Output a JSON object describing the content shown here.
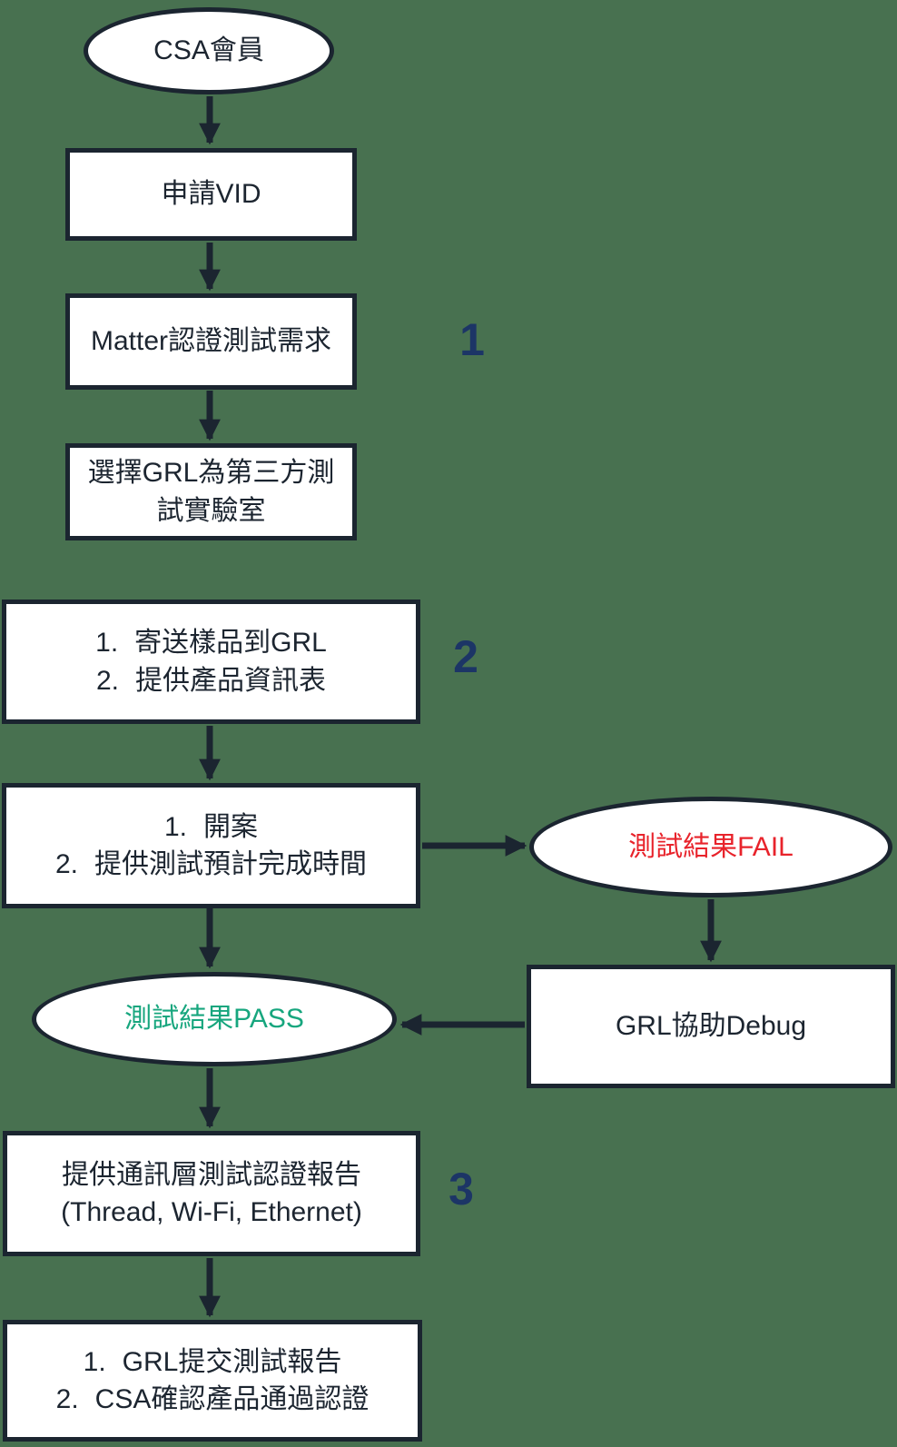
{
  "colors": {
    "background": "#487150",
    "shape_fill": "#FFFFFF",
    "stroke": "#1B2530",
    "text": "#1C2530",
    "fail_text": "#E8232B",
    "pass_text": "#17A67E",
    "step_number": "#1C3566"
  },
  "steps": [
    "1",
    "2",
    "3"
  ],
  "nodes": {
    "csa_member": {
      "label": "CSA會員"
    },
    "apply_vid": {
      "label": "申請VID"
    },
    "matter_requirement": {
      "label": "Matter認證測試需求"
    },
    "choose_grl": {
      "line1": "選擇GRL為第三方測",
      "line2": "試實驗室"
    },
    "send_samples": {
      "items": [
        {
          "num": "1.",
          "text": "寄送樣品到GRL"
        },
        {
          "num": "2.",
          "text": "提供產品資訊表"
        }
      ]
    },
    "open_case": {
      "items": [
        {
          "num": "1.",
          "text": "開案"
        },
        {
          "num": "2.",
          "text": "提供測試預計完成時間"
        }
      ]
    },
    "fail_result": {
      "label": "測試結果FAIL"
    },
    "grl_debug": {
      "label": "GRL協助Debug"
    },
    "pass_result": {
      "label": "測試結果PASS"
    },
    "report": {
      "line1": "提供通訊層測試認證報告",
      "line2": "(Thread, Wi-Fi, Ethernet)"
    },
    "final": {
      "items": [
        {
          "num": "1.",
          "text": "GRL提交測試報告"
        },
        {
          "num": "2.",
          "text": "CSA確認產品通過認證"
        }
      ]
    }
  }
}
